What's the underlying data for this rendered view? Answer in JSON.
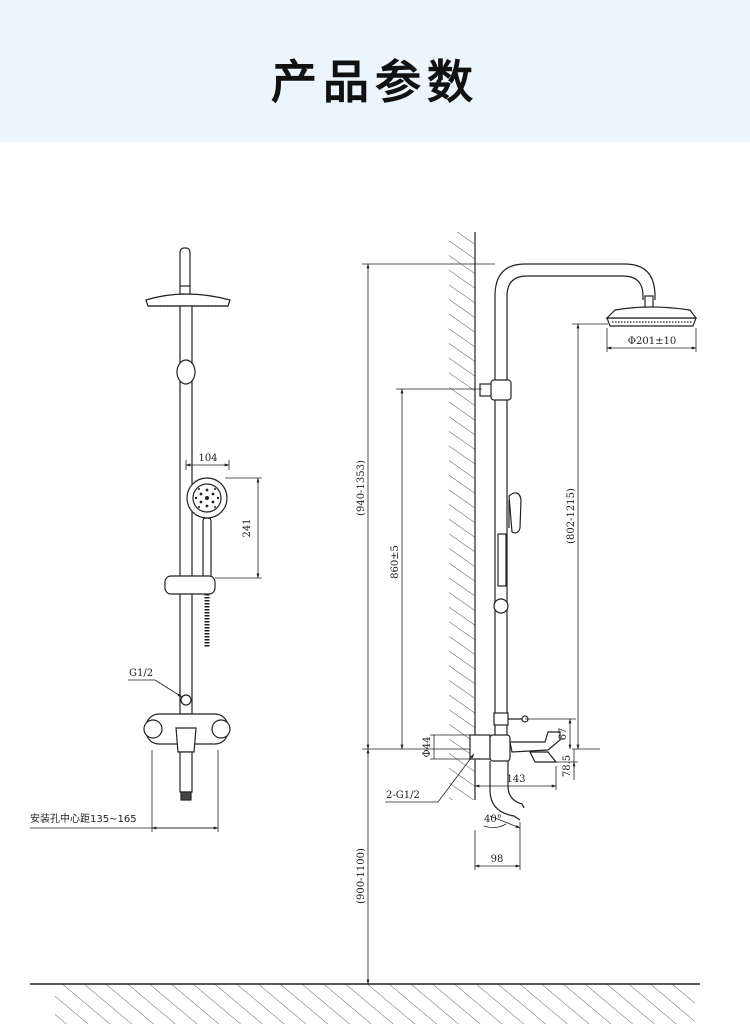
{
  "header": {
    "title": "产品参数"
  },
  "front_view": {
    "handshower_width": "104",
    "handshower_height": "241",
    "inlet_thread": "G1/2",
    "hole_spacing": "安装孔中心距135~165"
  },
  "side_view": {
    "total_height": "(940-1353)",
    "holder_height": "860±5",
    "head_height": "(802-1215)",
    "head_diameter": "Φ201±10",
    "mixer_offset": "67",
    "pipe_diameter": "Φ44",
    "inlet_thread": "2-G1/2",
    "mixer_depth": "143",
    "lever_drop": "78.5",
    "spout_angle": "40°",
    "spout_reach": "98",
    "mount_height": "(900-1100)"
  },
  "colors": {
    "header_bg": "#ecf5fb",
    "line": "#222222"
  }
}
